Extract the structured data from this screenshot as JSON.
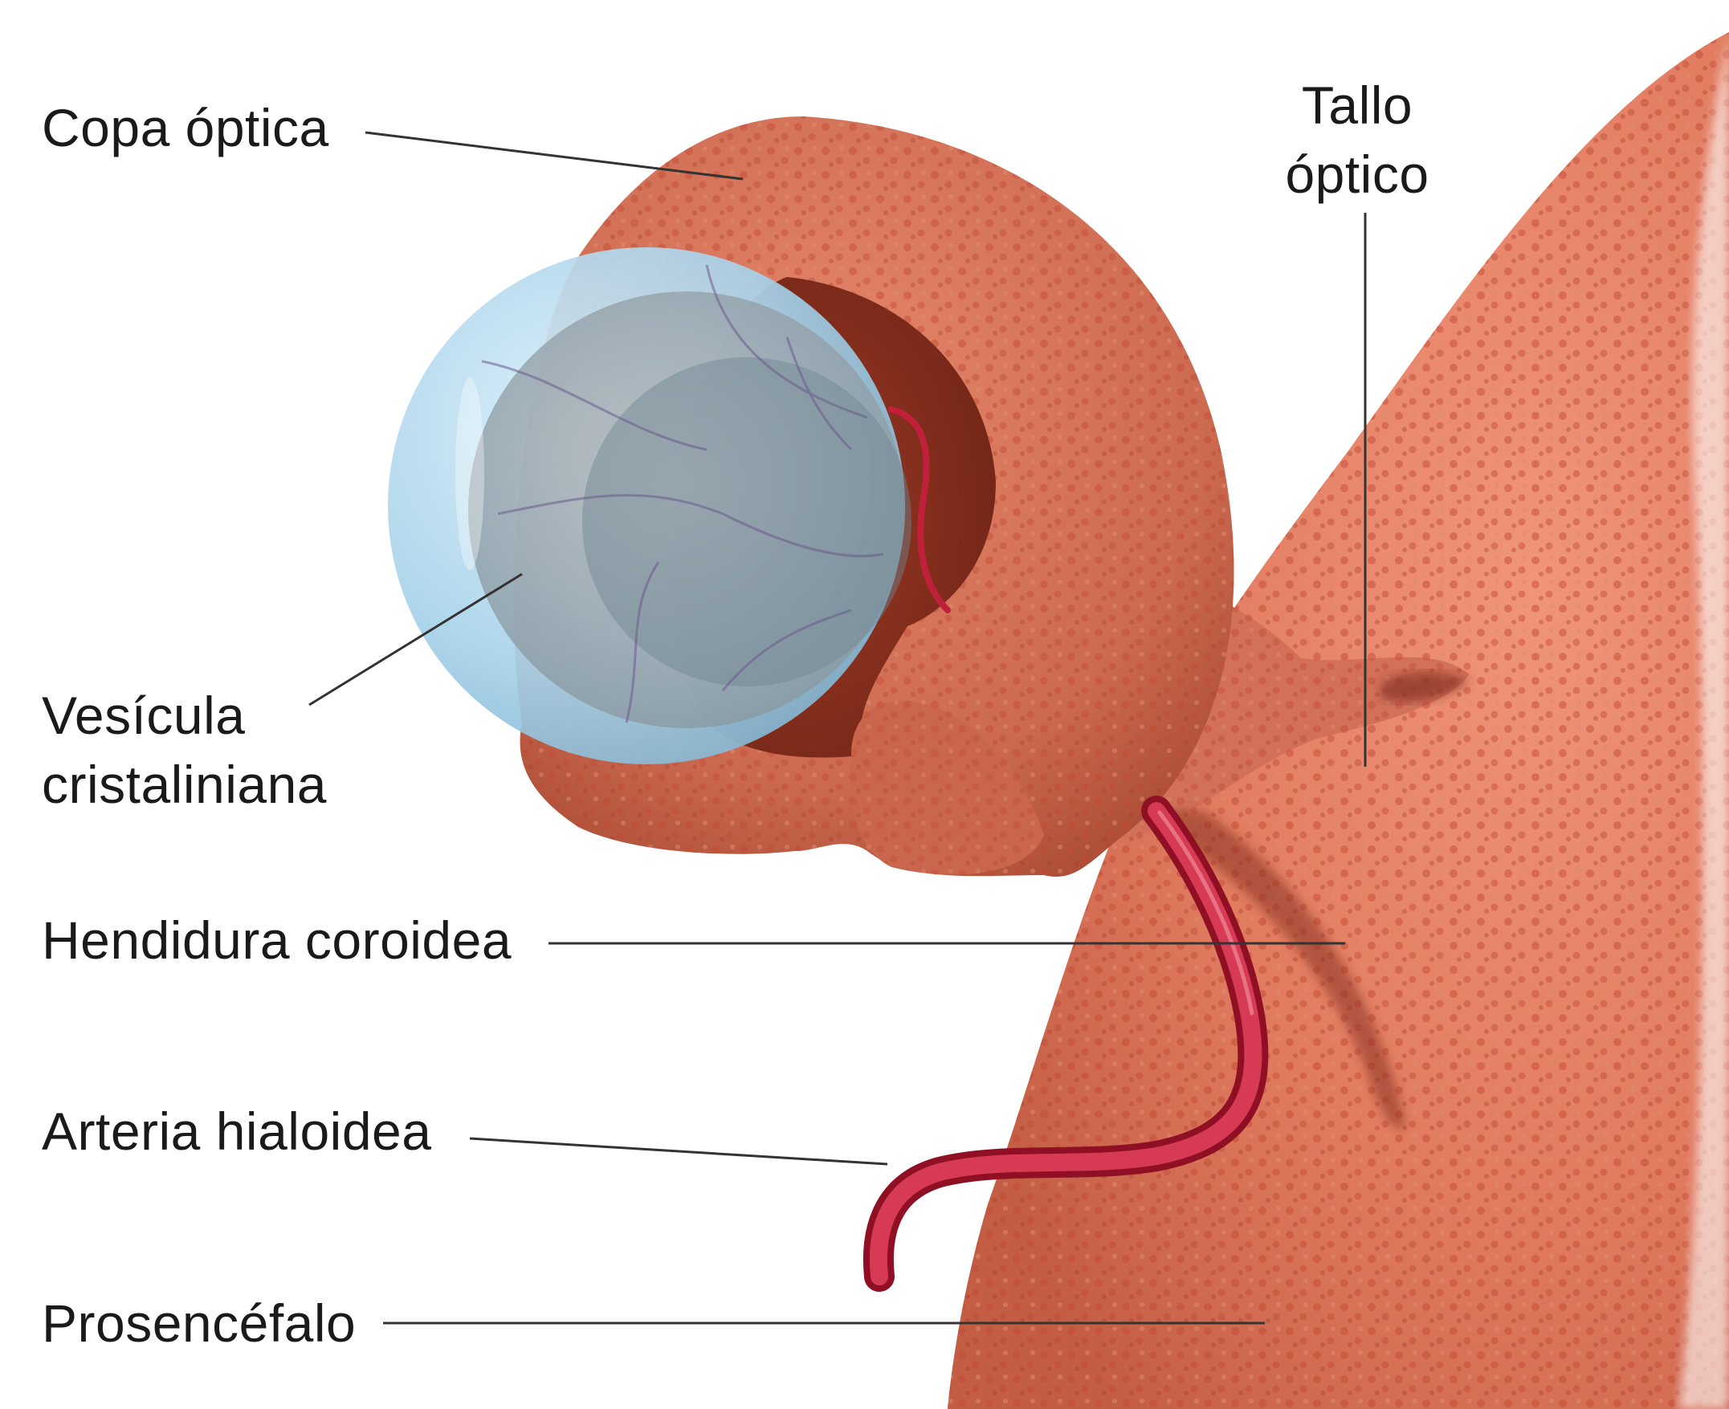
{
  "labels": {
    "copa_optica": "Copa óptica",
    "tallo_optico": [
      "Tallo",
      "óptico"
    ],
    "vesicula_cristaliniana": [
      "Vesícula",
      "cristaliniana"
    ],
    "hendidura_coroidea": "Hendidura coroidea",
    "arteria_hialoidea": "Arteria hialoidea",
    "prosencefalo": "Prosencéfalo"
  },
  "colors": {
    "tissue": "#d9765a",
    "tissue_dark": "#b3523a",
    "tissue_spots": "#c94a33",
    "lens": "#a9d3ea",
    "lens_inner": "#8fa3ad",
    "artery": "#c0203a",
    "leader_line": "#333333"
  }
}
